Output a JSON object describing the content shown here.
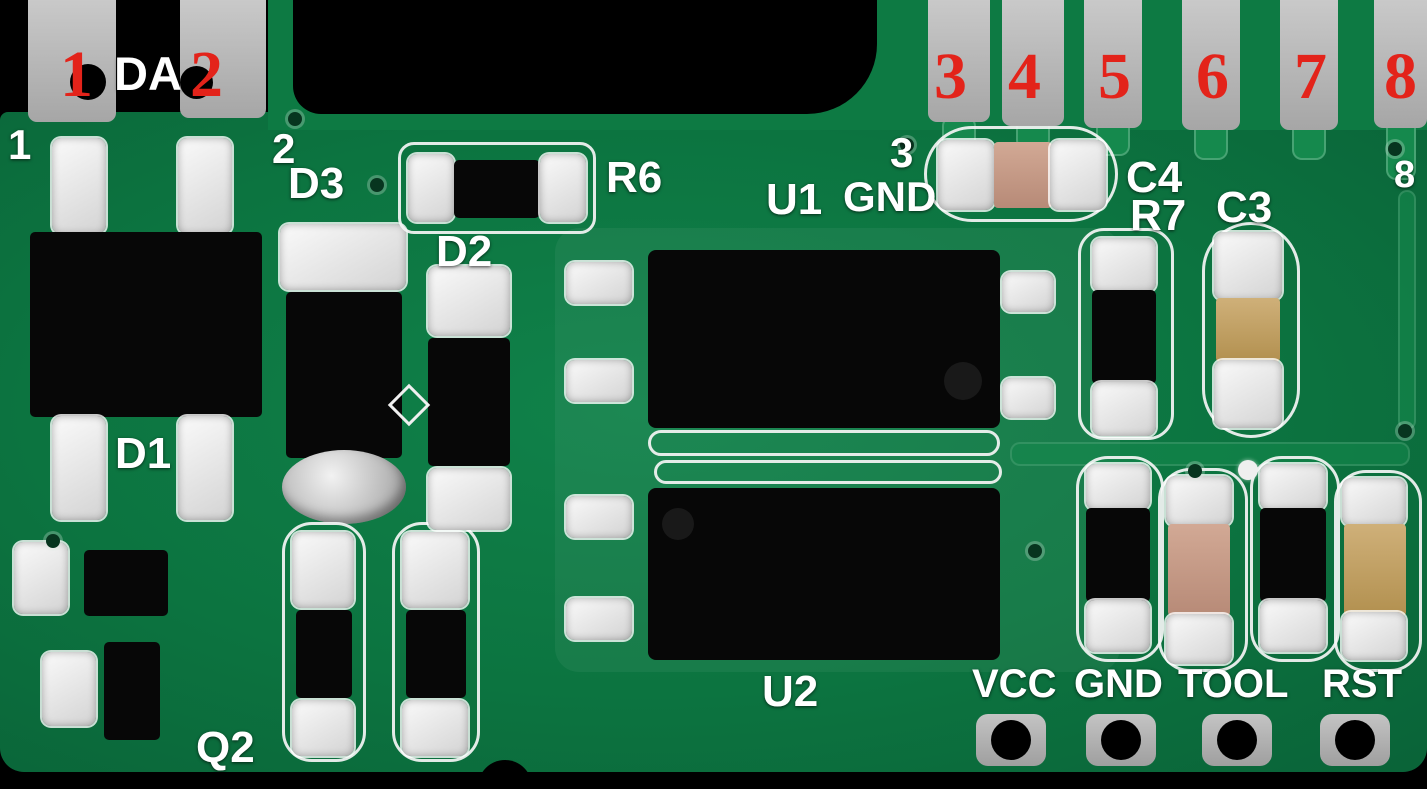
{
  "colors": {
    "background": "#000000",
    "board_green": "#0d7a43",
    "trace_green": "#15894d",
    "pad_gray": "#b7b7b7",
    "silkscreen_white": "#f0f0f0",
    "component_black": "#070707",
    "capacitor_tan": "#c4a468",
    "capacitor_pink": "#c79d8b",
    "annotation_red": "#e3231a",
    "annotation_white": "#ffffff"
  },
  "edge_pins": {
    "red_numbers": [
      "1",
      "2",
      "3",
      "4",
      "5",
      "6",
      "7",
      "8"
    ]
  },
  "pad_numbers": [
    "1",
    "2",
    "3",
    "8"
  ],
  "component_labels": {
    "da": "DA",
    "d1": "D1",
    "d2": "D2",
    "d3": "D3",
    "q2": "Q2",
    "r6": "R6",
    "r7": "R7",
    "c3": "C3",
    "c4": "C4",
    "u1": "U1",
    "u2": "U2",
    "gnd_top": "GND"
  },
  "bottom_header_pads": [
    "VCC",
    "GND",
    "TOOL",
    "RST"
  ]
}
